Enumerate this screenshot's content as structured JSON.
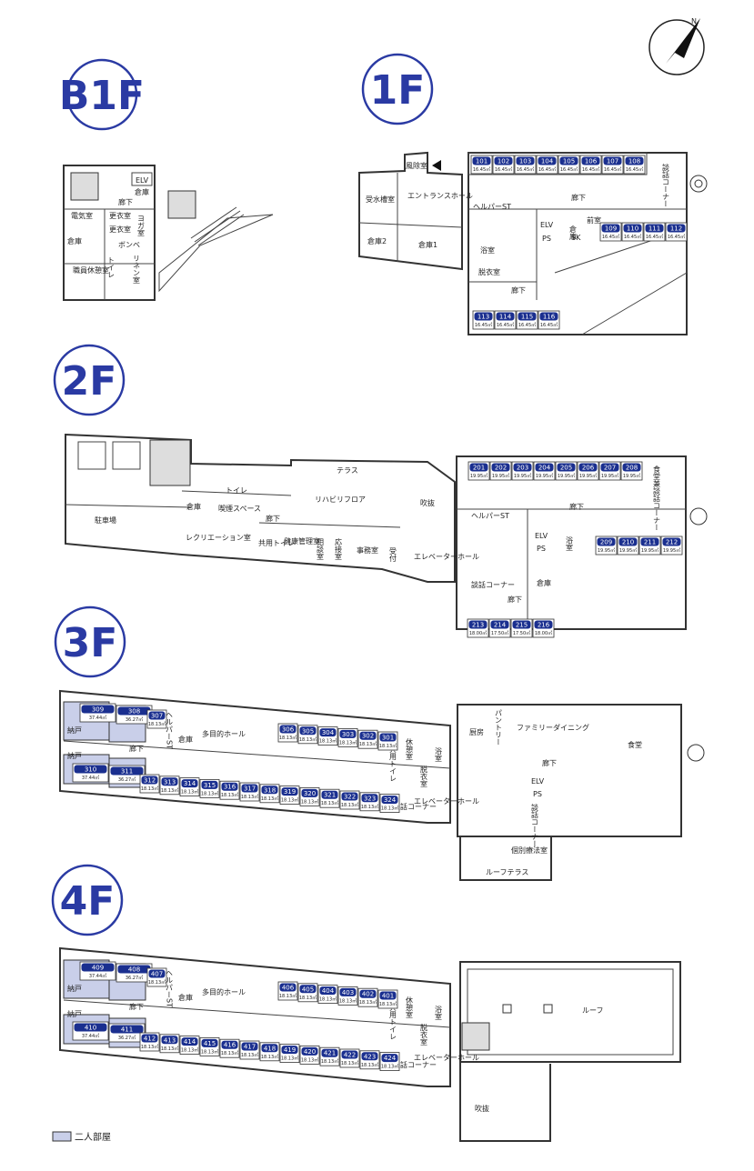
{
  "floors": {
    "b1f": {
      "label": "B1F",
      "rooms": [
        "ELV",
        "倉庫",
        "廊下",
        "電気室",
        "更衣室",
        "更衣室",
        "ヨガ室",
        "倉庫",
        "職員休憩室",
        "トイレ",
        "リネン室",
        "ボンベ"
      ]
    },
    "f1": {
      "label": "1F",
      "rooms": [
        "風除室",
        "エントランスホール",
        "受水槽室",
        "倉庫2",
        "倉庫1",
        "ヘルパーST",
        "ELV",
        "PS",
        "浴室",
        "脱衣室",
        "廊下",
        "廊下",
        "談話コーナー",
        "倉庫",
        "前室",
        "SK"
      ],
      "room_numbers": [
        "101",
        "102",
        "103",
        "104",
        "105",
        "106",
        "107",
        "108",
        "109",
        "110",
        "111",
        "112",
        "113",
        "114",
        "115",
        "116"
      ],
      "room_area": "16.45㎡"
    },
    "f2": {
      "label": "2F",
      "rooms": [
        "駐車場",
        "テラス",
        "リハビリフロア",
        "吹抜",
        "倉庫",
        "トイレ",
        "喫煙スペース",
        "レクリエーション室",
        "廊下",
        "共用トイレ",
        "健康管理室",
        "相談室",
        "応接室",
        "事務室",
        "受付",
        "エレベーターホール",
        "ヘルパーST",
        "ELV",
        "PS",
        "談話コーナー",
        "廊下",
        "浴室",
        "倉庫",
        "食堂兼談話コーナー",
        "廊下"
      ],
      "room_numbers": [
        "201",
        "202",
        "203",
        "204",
        "205",
        "206",
        "207",
        "208",
        "209",
        "210",
        "211",
        "212",
        "213",
        "214",
        "215",
        "216"
      ],
      "room_area": "19.95㎡",
      "room_areas_bottom": [
        "18.00㎡",
        "17.50㎡",
        "17.50㎡",
        "18.00㎡"
      ]
    },
    "f3": {
      "label": "3F",
      "rooms": [
        "納戸",
        "納戸",
        "ヘルパーST",
        "倉庫",
        "多目的ホール",
        "廊下",
        "休憩室",
        "浴室",
        "共用トイレ",
        "脱衣室",
        "エレベーターホール",
        "談話コーナー",
        "厨房",
        "パントリー",
        "ファミリーダイニング",
        "食堂",
        "廊下",
        "ELV",
        "PS",
        "談話コーナー",
        "個別療法室",
        "ルーフテラス"
      ],
      "room_numbers": [
        "309",
        "308",
        "307",
        "306",
        "305",
        "304",
        "303",
        "302",
        "301",
        "310",
        "311",
        "312",
        "313",
        "314",
        "315",
        "316",
        "317",
        "318",
        "319",
        "320",
        "321",
        "322",
        "323",
        "324"
      ],
      "room_areas": {
        "309": "37.44㎡",
        "308": "36.27㎡",
        "310": "37.44㎡",
        "311": "36.27㎡",
        "std": "18.13㎡"
      }
    },
    "f4": {
      "label": "4F",
      "rooms": [
        "納戸",
        "納戸",
        "ヘルパーST",
        "倉庫",
        "多目的ホール",
        "廊下",
        "休憩室",
        "浴室",
        "共用トイレ",
        "脱衣室",
        "エレベーターホール",
        "談話コーナー",
        "ルーフ",
        "吹抜"
      ],
      "room_numbers": [
        "409",
        "408",
        "407",
        "406",
        "405",
        "404",
        "403",
        "402",
        "401",
        "410",
        "411",
        "412",
        "413",
        "414",
        "415",
        "416",
        "417",
        "418",
        "419",
        "420",
        "421",
        "422",
        "423",
        "424"
      ],
      "room_areas": {
        "409": "37.44㎡",
        "408": "36.27㎡",
        "410": "37.44㎡",
        "411": "36.27㎡",
        "std": "18.13㎡"
      }
    }
  },
  "compass": {
    "label": "N"
  },
  "legend": {
    "label": "二人部屋"
  },
  "colors": {
    "accent": "#2a3aa3",
    "room_badge": "#1a2f8f",
    "twin_room": "#c9cfe9"
  }
}
